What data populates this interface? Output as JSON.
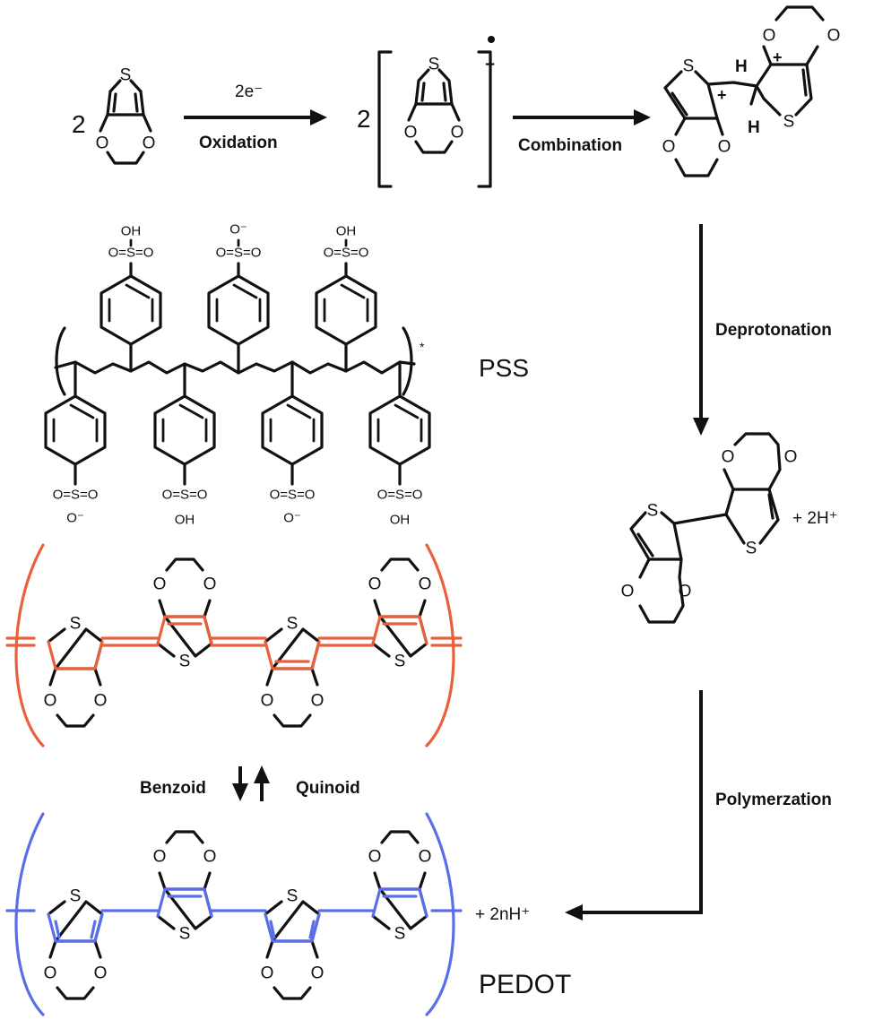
{
  "labels": {
    "coef_1": "2",
    "coef_2": "2",
    "electrons": "2e⁻",
    "oxidation": "Oxidation",
    "radical_cation_charge": "+",
    "combination": "Combination",
    "deprotonation": "Deprotonation",
    "polymerization": "Polymerzation",
    "plus_2h": "+ 2H⁺",
    "plus_2nh": "+ 2nH⁺",
    "benzoid": "Benzoid",
    "quinoid": "Quinoid",
    "pss": "PSS",
    "pedot": "PEDOT",
    "h": "H",
    "plus": "+",
    "star": "*"
  },
  "atoms": {
    "S": "S",
    "O": "O",
    "OH": "OH",
    "O_minus": "O⁻"
  },
  "colors": {
    "ink": "#111111",
    "quinoid_red": "#e8603c",
    "benzoid_blue": "#5a6ee8"
  }
}
